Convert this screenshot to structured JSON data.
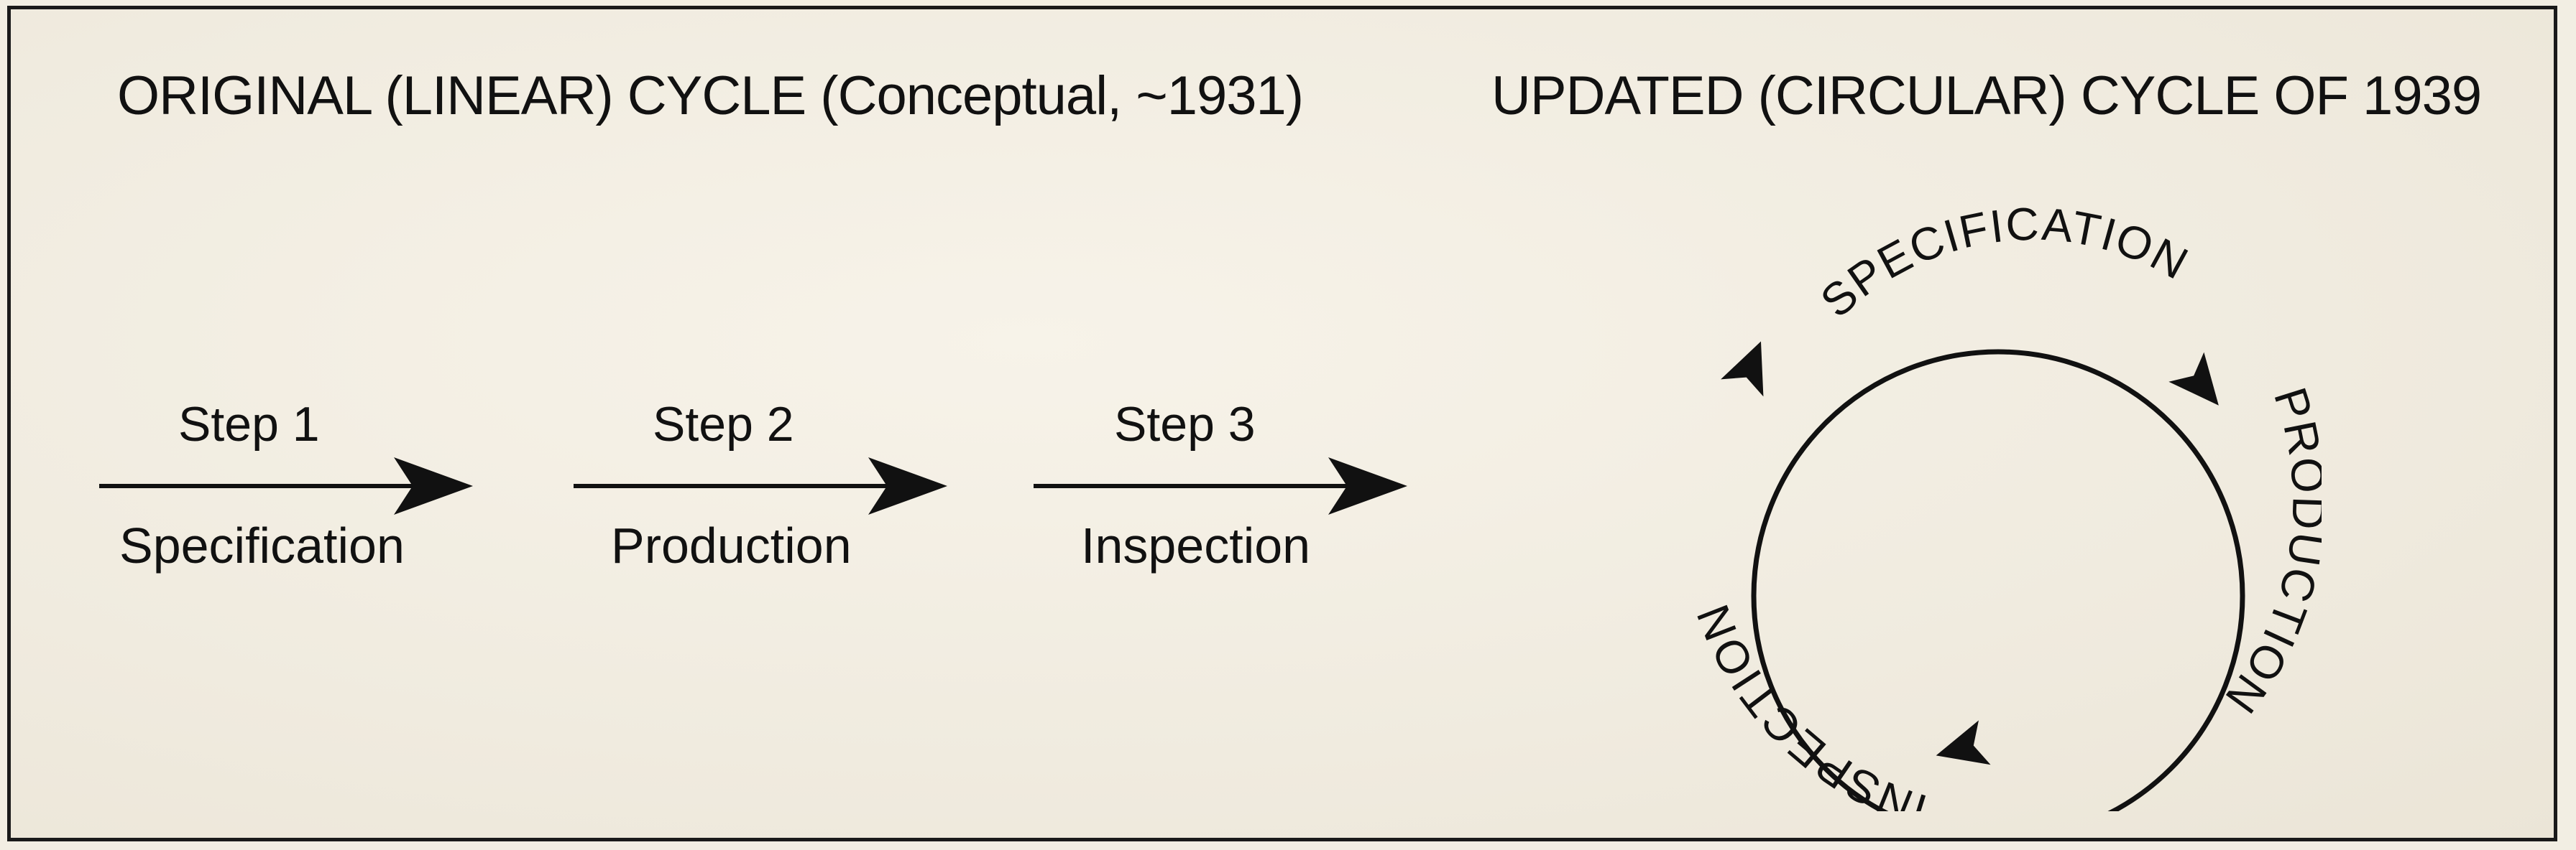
{
  "linear": {
    "title": "ORIGINAL (LINEAR) CYCLE (Conceptual, ~1931)",
    "steps": [
      {
        "label": "Step 1",
        "name": "Specification"
      },
      {
        "label": "Step 2",
        "name": "Production"
      },
      {
        "label": "Step 3",
        "name": "Inspection"
      }
    ]
  },
  "circular": {
    "title": "UPDATED (CIRCULAR) CYCLE OF 1939",
    "stages": [
      "SPECIFICATION",
      "PRODUCTION",
      "INSPECTION"
    ]
  }
}
